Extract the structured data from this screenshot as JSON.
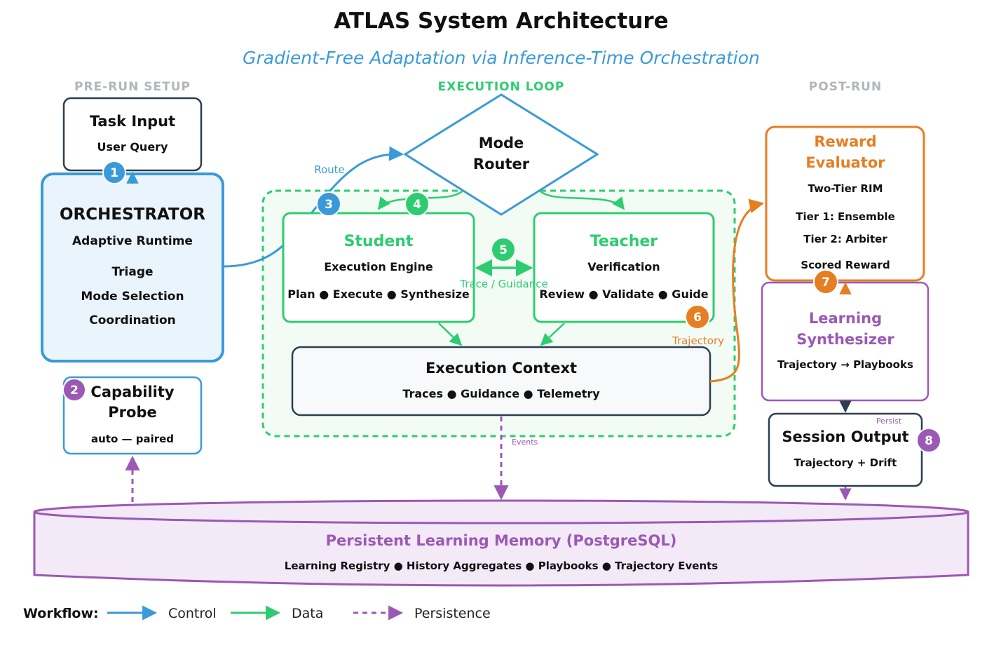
{
  "title": "ATLAS System Architecture",
  "subtitle": "Gradient-Free Adaptation via Inference-Time Orchestration",
  "phases": {
    "pre_run": "PRE-RUN SETUP",
    "execution": "EXECUTION LOOP",
    "post_run": "POST-RUN"
  },
  "task_input": {
    "title": "Task Input",
    "subtitle": "User Query"
  },
  "orchestrator": {
    "title": "ORCHESTRATOR",
    "subtitle": "Adaptive Runtime",
    "items": [
      "Triage",
      "Mode Selection",
      "Coordination"
    ]
  },
  "capability_probe": {
    "title_line1": "Capability",
    "title_line2": "Probe",
    "detail": "auto — paired"
  },
  "mode_router": {
    "line1": "Mode",
    "line2": "Router"
  },
  "student": {
    "title": "Student",
    "subtitle": "Execution Engine",
    "detail": "Plan ● Execute ● Synthesize"
  },
  "teacher": {
    "title": "Teacher",
    "subtitle": "Verification",
    "detail": "Review ● Validate ● Guide"
  },
  "execution_context": {
    "title": "Execution Context",
    "detail": "Traces ● Guidance ● Telemetry"
  },
  "reward_evaluator": {
    "title_line1": "Reward",
    "title_line2": "Evaluator",
    "lines": [
      "Two-Tier RIM",
      "Tier 1:  Ensemble",
      "Tier 2:  Arbiter",
      "Scored Reward"
    ]
  },
  "learning_synthesizer": {
    "title_line1": "Learning",
    "title_line2": "Synthesizer",
    "detail": "Trajectory → Playbooks"
  },
  "session_output": {
    "title": "Session Output",
    "detail": "Trajectory + Drift",
    "tag": "Persist"
  },
  "memory": {
    "title": "Persistent Learning Memory (PostgreSQL)",
    "detail": "Learning Registry ● History Aggregates ● Playbooks ● Trajectory Events"
  },
  "edge_labels": {
    "route": "Route",
    "trace_guidance": "Trace / Guidance",
    "trajectory": "Trajectory",
    "events": "Events"
  },
  "badges": [
    "1",
    "2",
    "3",
    "4",
    "5",
    "6",
    "7",
    "8"
  ],
  "legend": {
    "heading": "Workflow:",
    "control": "Control",
    "data": "Data",
    "persistence": "Persistence"
  },
  "colors": {
    "control": "#3a9ad9",
    "data": "#2ecc71",
    "persistence": "#9b59b6",
    "reward": "#e67e22",
    "dark": "#2c3e50",
    "phase_gray": "#b0b6bb"
  }
}
